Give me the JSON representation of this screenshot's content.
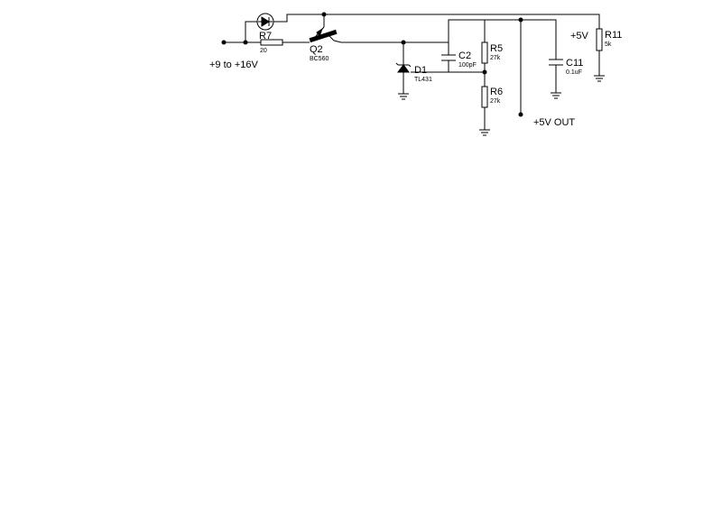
{
  "nets": {
    "input": "+9 to +16V",
    "output": "+5V OUT",
    "rail": "+5V"
  },
  "components": {
    "r7": {
      "ref": "R7",
      "value": "20"
    },
    "q2": {
      "ref": "Q2",
      "value": "BC560"
    },
    "d1": {
      "ref": "D1",
      "value": "TL431"
    },
    "c2": {
      "ref": "C2",
      "value": "100pF"
    },
    "r5": {
      "ref": "R5",
      "value": "27k"
    },
    "r6": {
      "ref": "R6",
      "value": "27k"
    },
    "c11": {
      "ref": "C11",
      "value": "0.1uF"
    },
    "r11": {
      "ref": "R11",
      "value": "5k"
    }
  }
}
